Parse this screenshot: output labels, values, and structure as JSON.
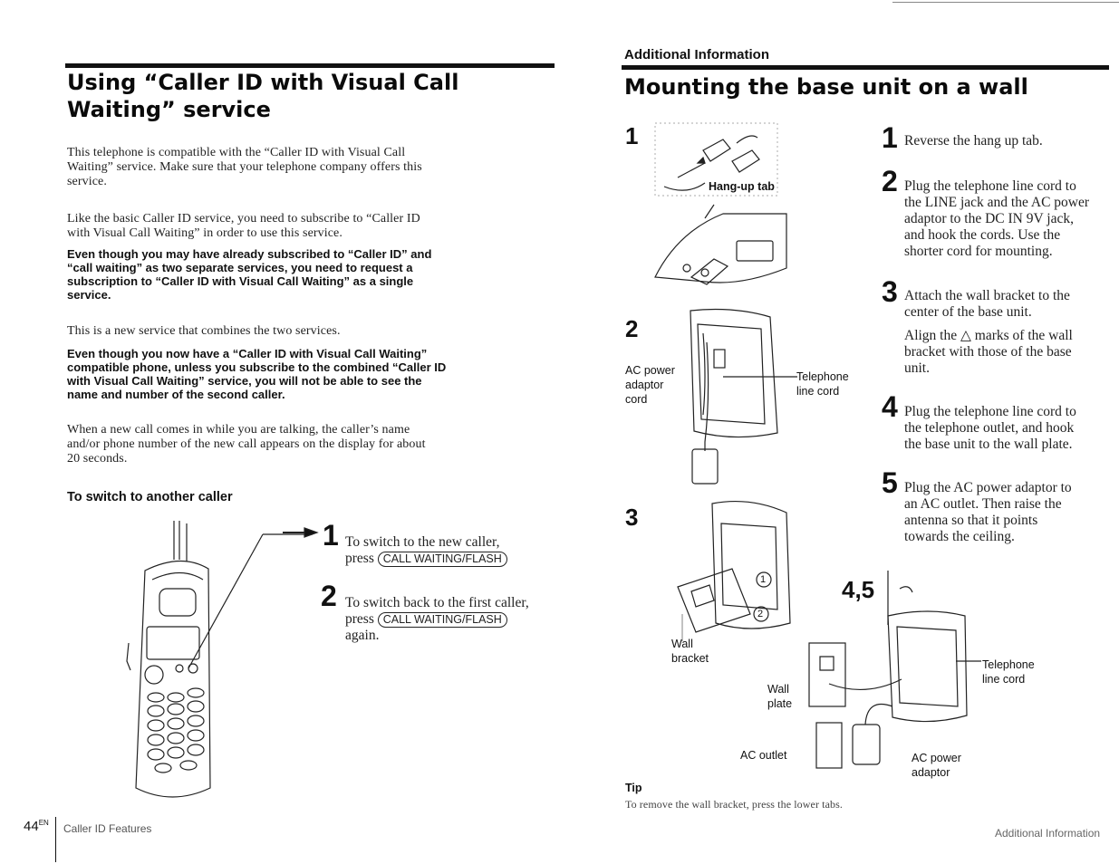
{
  "left_page": {
    "title_line1": "Using “Caller ID with Visual Call",
    "title_line2": "Waiting” service",
    "para1_l1": "This telephone is compatible with the “Caller ID with Visual Call",
    "para1_l2": "Waiting” service. Make sure that your telephone company offers this",
    "para1_l3": "service.",
    "para2_l1": "Like the basic Caller ID service, you need to subscribe to “Caller ID",
    "para2_l2": "with Visual Call Waiting” in order to use this service.",
    "bold1_l1": "Even though you may have already subscribed to “Caller ID” and",
    "bold1_l2": "“call waiting” as two separate services, you need to request a",
    "bold1_l3": "subscription to “Caller ID with Visual Call Waiting” as a single",
    "bold1_l4": "service.",
    "para3": "This is a new service that combines the two services.",
    "bold2_l1": "Even though you now have a “Caller ID with Visual Call Waiting”",
    "bold2_l2": "compatible phone, unless you subscribe to the combined “Caller ID",
    "bold2_l3": "with Visual Call Waiting” service, you will not be able to see the",
    "bold2_l4": "name and number of the second caller.",
    "para4_l1": "When a new call comes in while you are talking, the caller’s name",
    "para4_l2": "and/or phone number of the new call appears on the display for about",
    "para4_l3": "20 seconds.",
    "subheading": "To switch to another caller",
    "step1_num": "1",
    "step1_l1": "To switch to the new caller,",
    "step1_press": "press",
    "step1_key": "CALL WAITING/FLASH",
    "step2_num": "2",
    "step2_l1": "To switch back to the first caller,",
    "step2_press": "press",
    "step2_key": "CALL WAITING/FLASH",
    "step2_l3": "again.",
    "page_number": "44",
    "page_sup": "EN",
    "footer": "Caller ID Features"
  },
  "right_page": {
    "section": "Additional Information",
    "title": "Mounting the base unit on a wall",
    "fig1_num": "1",
    "fig1_label": "Hang-up tab",
    "fig2_num": "2",
    "fig2_ac_l1": "AC power",
    "fig2_ac_l2": "adaptor",
    "fig2_ac_l3": "cord",
    "fig2_tel_l1": "Telephone",
    "fig2_tel_l2": "line cord",
    "fig3_num": "3",
    "fig3_wall_l1": "Wall",
    "fig3_wall_l2": "bracket",
    "fig3_c1": "1",
    "fig3_c2": "2",
    "fig45_num": "4,5",
    "fig45_plate_l1": "Wall",
    "fig45_plate_l2": "plate",
    "fig45_outlet": "AC outlet",
    "fig45_tel_l1": "Telephone",
    "fig45_tel_l2": "line cord",
    "fig45_ac_l1": "AC power",
    "fig45_ac_l2": "adaptor",
    "step1_num": "1",
    "step1_text": "Reverse the hang up tab.",
    "step2_num": "2",
    "step2_l1": "Plug the telephone line cord to",
    "step2_l2": "the LINE jack and the AC power",
    "step2_l3": "adaptor to the DC IN 9V jack,",
    "step2_l4": "and hook the cords. Use the",
    "step2_l5": "shorter cord for mounting.",
    "step3_num": "3",
    "step3_l1": "Attach the wall bracket to the",
    "step3_l2": "center of the base unit.",
    "step3_b_l1": "Align the △ marks of the wall",
    "step3_b_l2": "bracket with those of the base",
    "step3_b_l3": "unit.",
    "step4_num": "4",
    "step4_l1": "Plug the telephone line cord to",
    "step4_l2": "the telephone outlet, and hook",
    "step4_l3": "the base unit to the wall plate.",
    "step5_num": "5",
    "step5_l1": "Plug the AC power adaptor to",
    "step5_l2": "an AC outlet. Then raise the",
    "step5_l3": "antenna so that it points",
    "step5_l4": "towards the ceiling.",
    "tip_label": "Tip",
    "tip_text": "To remove the wall bracket, press the lower tabs.",
    "footer": "Additional Information"
  }
}
